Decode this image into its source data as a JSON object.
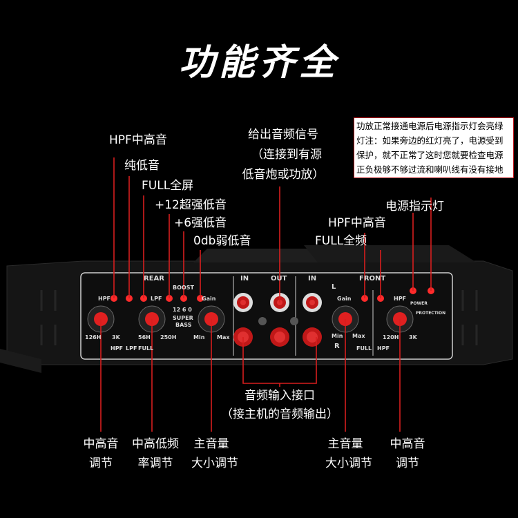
{
  "title": "功能齐全",
  "colors": {
    "background": "#000000",
    "line": "#d81e1e",
    "text": "#ffffff",
    "panel": "#141414"
  },
  "top_labels": {
    "hpf_mid_high": "HPF中高音",
    "pure_bass": "纯低音",
    "full_screen": "FULL全屏",
    "plus12_super_bass": "+12超强低音",
    "plus6_strong_bass": "+6强低音",
    "zero_db_weak_bass": "0db弱低音",
    "output_line1": "给出音频信号",
    "output_line2": "（连接到有源",
    "output_line3": "低音炮或功放）",
    "front_hpf": "HPF中高音",
    "front_full": "FULL全频",
    "power_led": "电源指示灯"
  },
  "note_text": "功放正常接通电源后电源指示灯会亮绿灯注：如果旁边的红灯亮了，电源受到保护，就不正常了这时您就要检查电源正负极够不够过流和喇叭线有没有接地",
  "input_label": {
    "line1": "音频输入接口",
    "line2": "（接主机的音频输出）"
  },
  "bottom_labels": [
    {
      "line1": "中高音",
      "line2": "调节"
    },
    {
      "line1": "中高低频",
      "line2": "率调节"
    },
    {
      "line1": "主音量",
      "line2": "大小调节"
    },
    {
      "line1": "主音量",
      "line2": "大小调节"
    },
    {
      "line1": "中高音",
      "line2": "调节"
    }
  ],
  "panel": {
    "rear": "REAR",
    "boost": "BOOST",
    "in": "IN",
    "out": "OUT",
    "in2": "IN",
    "front": "FRONT",
    "l": "L",
    "r": "R",
    "hpf": "HPF",
    "lpf": "LPF",
    "gain": "Gain",
    "gain2": "Gain",
    "hpf2": "HPF",
    "f126": "126H",
    "f3k": "3K",
    "f56": "56H",
    "f250": "250H",
    "min": "Min",
    "max": "Max",
    "min2": "Min",
    "max2": "Max",
    "f120": "120H",
    "f3k2": "3K",
    "sw_hpf": "HPF",
    "sw_lpf": "LPF",
    "sw_full": "FULL",
    "sw_full2": "FULL",
    "sw_hpf2": "HPF",
    "boost_vals": "12 6 0",
    "super": "SUPER",
    "bass": "BASS",
    "power": "POWER",
    "protection": "PROTECTION"
  }
}
